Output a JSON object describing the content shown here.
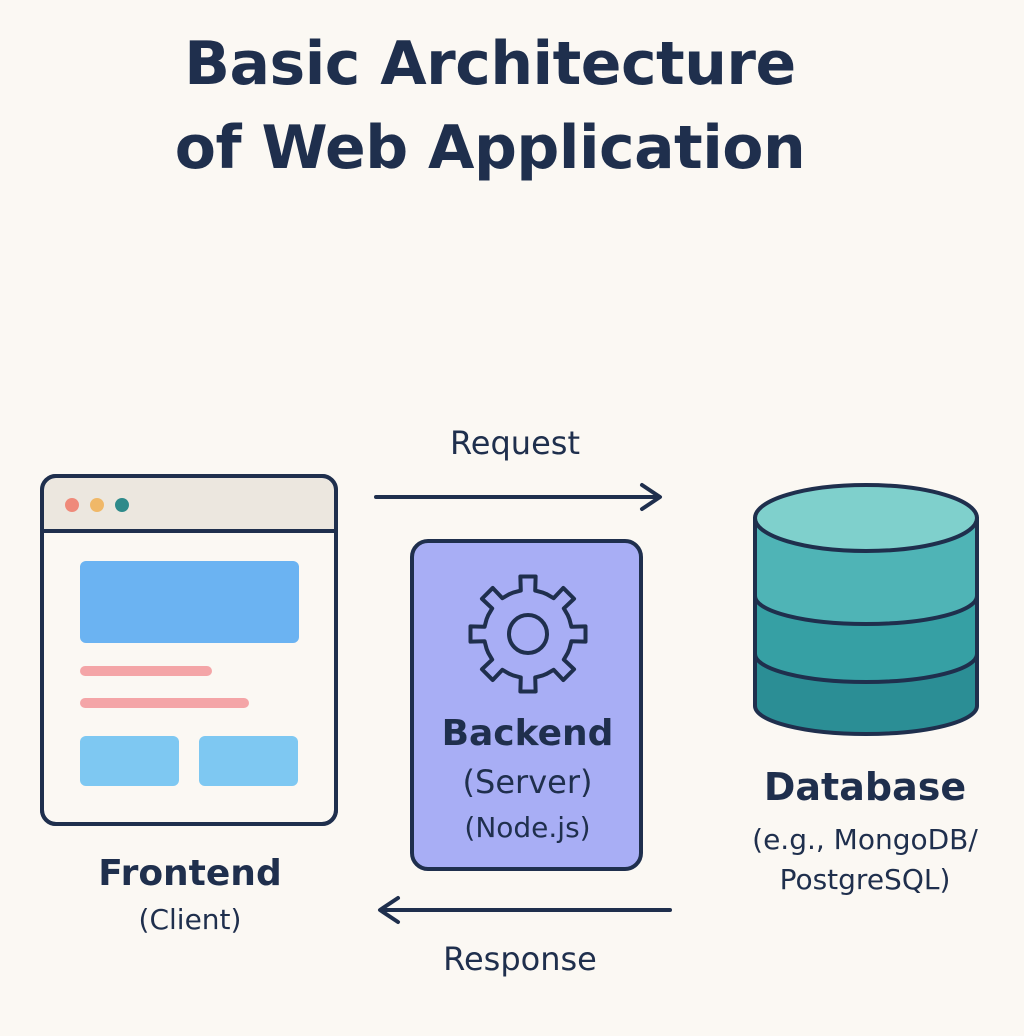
{
  "title": {
    "line1": "Basic Architecture",
    "line2": "of Web Application"
  },
  "arrows": {
    "request": "Request",
    "response": "Response"
  },
  "frontend": {
    "name": "Frontend",
    "detail": "(Client)"
  },
  "backend": {
    "name": "Backend",
    "detail": "(Server)",
    "tech": "(Node.js)"
  },
  "database": {
    "name": "Database",
    "detail_line1": "(e.g., MongoDB/",
    "detail_line2": "PostgreSQL)"
  },
  "colors": {
    "background": "#fbf8f3",
    "ink": "#1f2f4d",
    "browser_hero": "#6bb3f2",
    "browser_lines": "#f4a5a7",
    "browser_buttons": "#7ec8f2",
    "dot_red": "#ef8a7a",
    "dot_yellow": "#f0b868",
    "dot_teal": "#2e8a8a",
    "backend_fill": "#a8aef5",
    "db_top": "#7fd0cc",
    "db_mid": "#4fb4b6",
    "db_low": "#36a0a4",
    "db_bottom": "#2b8e95"
  },
  "icons": {
    "backend": "gear-icon",
    "database": "database-icon",
    "frontend": "browser-window-icon"
  }
}
